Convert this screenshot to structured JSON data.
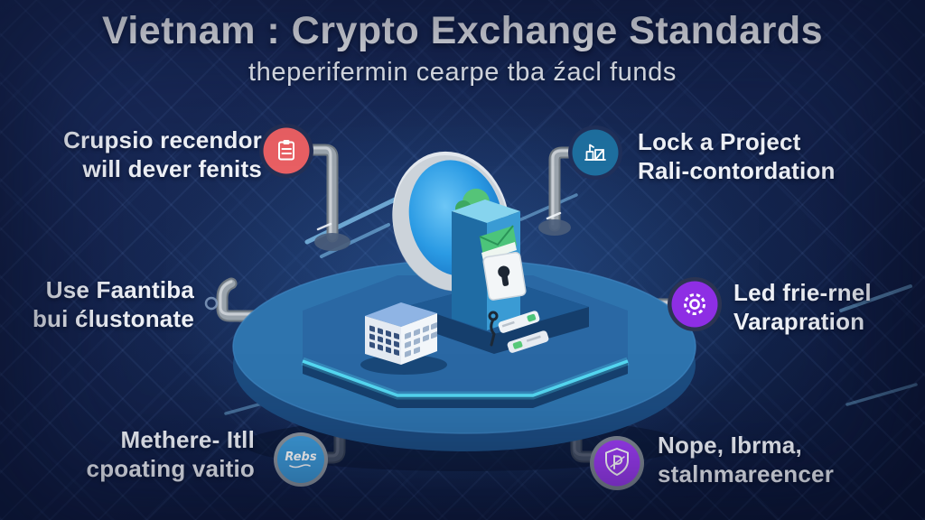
{
  "header": {
    "title": "Vietnam : Crypto Exchange Standards",
    "subtitle": "theperifermin cearpe tba źacl funds"
  },
  "callouts": [
    {
      "position": "top-left",
      "line1": "Crupsio recendor",
      "line2": "will dever fenits",
      "icon": "clipboard-icon",
      "icon_bg": "#e85f63",
      "icon_ring": "#232f54"
    },
    {
      "position": "top-right",
      "line1": "Lock a Project",
      "line2": "Rali-contordation",
      "icon": "bank-icon",
      "icon_bg": "#1e6f9f",
      "icon_ring": "#20305a"
    },
    {
      "position": "middle-left",
      "line1": "Use Faantiba",
      "line2": "bui ćlustonate",
      "icon": "none"
    },
    {
      "position": "middle-right",
      "line1": "Led frie-rnel",
      "line2": "Varapration",
      "icon": "gear-icon",
      "icon_bg": "#8e2ee4",
      "icon_ring": "#2b3452"
    },
    {
      "position": "bottom-left",
      "line1": "Methere- Itll",
      "line2": "cpoating vaitio",
      "icon": "badge-icon",
      "icon_bg": "#3d9ad8",
      "icon_ring": "#8d959e",
      "badge_text": "Rebs"
    },
    {
      "position": "bottom-right",
      "line1": "Nope, Ibrma,",
      "line2": "stalnmareencer",
      "icon": "shield-icon",
      "icon_bg": "#9b3bf0",
      "icon_ring": "#7e8791"
    }
  ],
  "colors": {
    "background_navy": "#13204a",
    "accent_cyan": "#55d9f3",
    "platform_blue": "#2e74ae",
    "pipe_gray": "#9aa3ac",
    "mirror_blue": "#2196e0",
    "text_white": "#eef1f7"
  }
}
